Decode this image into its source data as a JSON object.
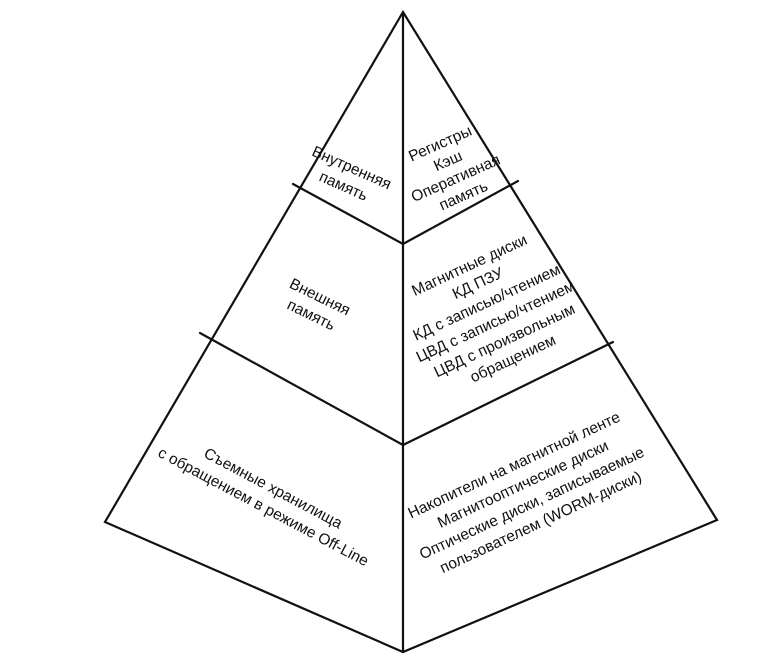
{
  "pyramid": {
    "tiers": [
      {
        "left_lines": [
          "Внутренняя",
          "память"
        ],
        "right_lines": [
          "Регистры",
          "Кэш",
          "Оперативная",
          "память"
        ]
      },
      {
        "left_lines": [
          "Внешняя",
          "память"
        ],
        "right_lines": [
          "Магнитные диски",
          "КД ПЗУ",
          "КД с записью/чтением",
          "ЦВД с записью/чтением",
          "ЦВД с произвольным",
          "обращением"
        ]
      },
      {
        "left_lines": [
          "Съемные хранилища",
          "с обращением в режиме Off-Line"
        ],
        "right_lines": [
          "Накопители на магнитной ленте",
          "Магнитооптические диски",
          "Оптические диски, записываемые",
          "пользователем (WORM-диски)"
        ]
      }
    ]
  }
}
